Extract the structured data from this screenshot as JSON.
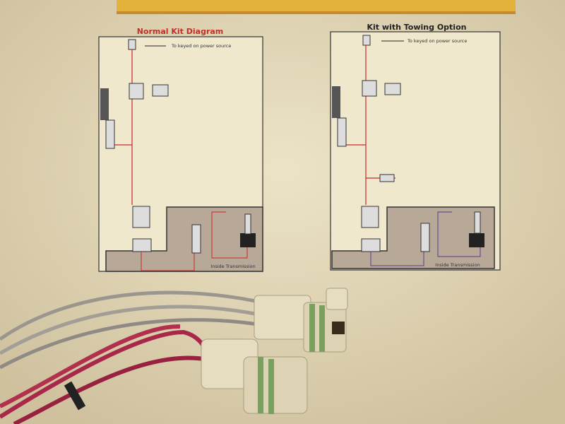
{
  "left_diagram": {
    "title": "Normal Kit Diagram",
    "power_label": "To keyed on power source",
    "region_label": "Inside Transmission"
  },
  "right_diagram": {
    "title": "Kit with Towing Option",
    "power_label": "To keyed on power source",
    "region_label": "Inside Transmission"
  },
  "colors": {
    "paper": "#e6dcbc",
    "wire_red": "#c8282c",
    "wire_grey": "#9a968e",
    "connector": "#e6dcc0",
    "transmission_fill": "#b8a898",
    "title_red": "#c0302a"
  }
}
